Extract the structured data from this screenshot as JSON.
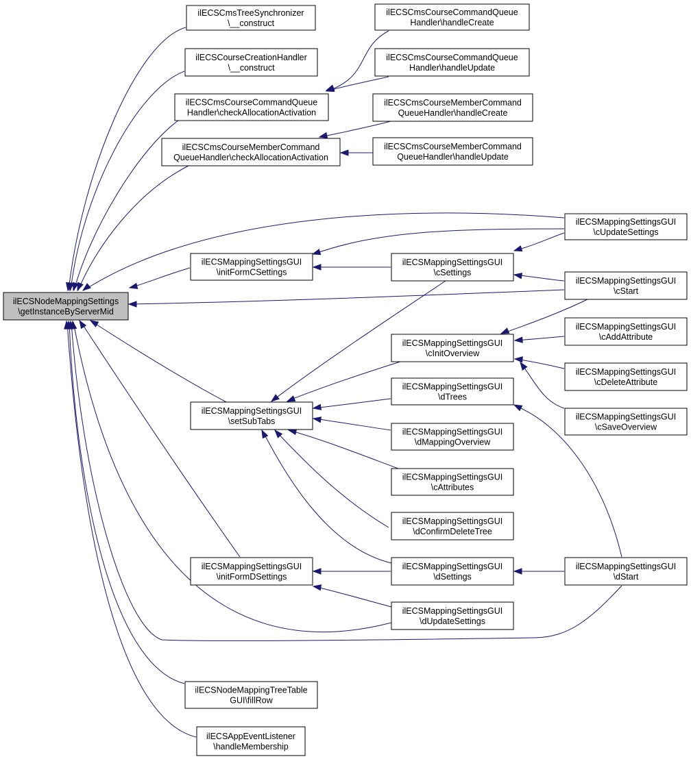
{
  "diagram": {
    "type": "call-graph",
    "edge_color": "#191970",
    "root_fill": "#bfbfbf",
    "nodes": [
      {
        "id": "root",
        "lines": [
          "ilECSNodeMappingSettings",
          "\\getInstanceByServerMid"
        ],
        "root": true
      },
      {
        "id": "n1",
        "lines": [
          "ilECSCmsTreeSynchronizer",
          "\\__construct"
        ]
      },
      {
        "id": "n2",
        "lines": [
          "ilECSCourseCreationHandler",
          "\\__construct"
        ]
      },
      {
        "id": "n3",
        "lines": [
          "ilECSCmsCourseCommandQueue",
          "Handler\\checkAllocationActivation"
        ]
      },
      {
        "id": "n4",
        "lines": [
          "ilECSCmsCourseMemberCommand",
          "QueueHandler\\checkAllocationActivation"
        ]
      },
      {
        "id": "n5",
        "lines": [
          "ilECSMappingSettingsGUI",
          "\\initFormCSettings"
        ]
      },
      {
        "id": "n6",
        "lines": [
          "ilECSMappingSettingsGUI",
          "\\setSubTabs"
        ]
      },
      {
        "id": "n7",
        "lines": [
          "ilECSMappingSettingsGUI",
          "\\initFormDSettings"
        ]
      },
      {
        "id": "n8",
        "lines": [
          "ilECSNodeMappingTreeTable",
          "GUI\\fillRow"
        ]
      },
      {
        "id": "n9",
        "lines": [
          "ilECSAppEventListener",
          "\\handleMembership"
        ]
      },
      {
        "id": "m1",
        "lines": [
          "ilECSCmsCourseCommandQueue",
          "Handler\\handleCreate"
        ]
      },
      {
        "id": "m2",
        "lines": [
          "ilECSCmsCourseCommandQueue",
          "Handler\\handleUpdate"
        ]
      },
      {
        "id": "m3",
        "lines": [
          "ilECSCmsCourseMemberCommand",
          "QueueHandler\\handleCreate"
        ]
      },
      {
        "id": "m4",
        "lines": [
          "ilECSCmsCourseMemberCommand",
          "QueueHandler\\handleUpdate"
        ]
      },
      {
        "id": "m5",
        "lines": [
          "ilECSMappingSettingsGUI",
          "\\cSettings"
        ]
      },
      {
        "id": "m6",
        "lines": [
          "ilECSMappingSettingsGUI",
          "\\cInitOverview"
        ]
      },
      {
        "id": "m7",
        "lines": [
          "ilECSMappingSettingsGUI",
          "\\dTrees"
        ]
      },
      {
        "id": "m8",
        "lines": [
          "ilECSMappingSettingsGUI",
          "\\dMappingOverview"
        ]
      },
      {
        "id": "m9",
        "lines": [
          "ilECSMappingSettingsGUI",
          "\\cAttributes"
        ]
      },
      {
        "id": "m10",
        "lines": [
          "ilECSMappingSettingsGUI",
          "\\dConfirmDeleteTree"
        ]
      },
      {
        "id": "m11",
        "lines": [
          "ilECSMappingSettingsGUI",
          "\\dSettings"
        ]
      },
      {
        "id": "m12",
        "lines": [
          "ilECSMappingSettingsGUI",
          "\\dUpdateSettings"
        ]
      },
      {
        "id": "r1",
        "lines": [
          "ilECSMappingSettingsGUI",
          "\\cUpdateSettings"
        ]
      },
      {
        "id": "r2",
        "lines": [
          "ilECSMappingSettingsGUI",
          "\\cStart"
        ]
      },
      {
        "id": "r3",
        "lines": [
          "ilECSMappingSettingsGUI",
          "\\cAddAttribute"
        ]
      },
      {
        "id": "r4",
        "lines": [
          "ilECSMappingSettingsGUI",
          "\\cDeleteAttribute"
        ]
      },
      {
        "id": "r5",
        "lines": [
          "ilECSMappingSettingsGUI",
          "\\cSaveOverview"
        ]
      },
      {
        "id": "r6",
        "lines": [
          "ilECSMappingSettingsGUI",
          "\\dStart"
        ]
      }
    ]
  }
}
